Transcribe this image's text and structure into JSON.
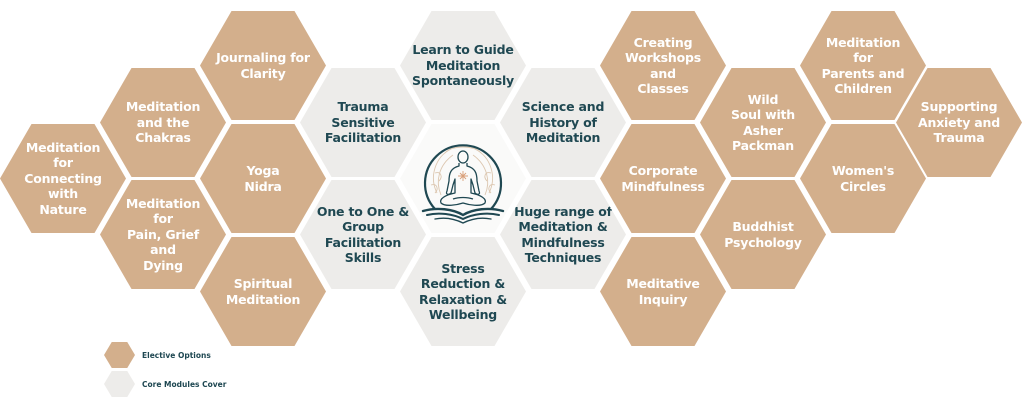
{
  "colors": {
    "elective": "#D3AF8C",
    "core": "#EDECEA",
    "core_text": "#1F4852",
    "elective_text": "#FFFFFF",
    "logo_teal": "#1F4852",
    "logo_accent": "#D9A07A"
  },
  "hexagons": {
    "elective": [
      {
        "label": "Meditation for\nConnecting\nwith\nNature"
      },
      {
        "label": "Meditation\nand the\nChakras"
      },
      {
        "label": "Meditation for\nPain, Grief and\nDying"
      },
      {
        "label": "Journaling for\nClarity"
      },
      {
        "label": "Yoga\nNidra"
      },
      {
        "label": "Spiritual\nMeditation"
      },
      {
        "label": "Creating\nWorkshops\nand\nClasses"
      },
      {
        "label": "Corporate\nMindfulness"
      },
      {
        "label": "Meditative\nInquiry"
      },
      {
        "label": "Wild\nSoul with Asher\nPackman"
      },
      {
        "label": "Buddhist\nPsychology"
      },
      {
        "label": "Meditation for\nParents and\nChildren"
      },
      {
        "label": "Women's\nCircles"
      },
      {
        "label": "Supporting\nAnxiety and\nTrauma"
      }
    ],
    "core": [
      {
        "label": "Trauma\nSensitive\nFacilitation"
      },
      {
        "label": "One to One &\nGroup\nFacilitation\nSkills"
      },
      {
        "label": "Learn to Guide\nMeditation\nSpontaneously"
      },
      {
        "label": "Stress\nReduction &\nRelaxation &\nWellbeing"
      },
      {
        "label": "Science and\nHistory of\nMeditation"
      },
      {
        "label": "Huge range of\nMeditation &\nMindfulness\nTechniques"
      }
    ],
    "center_logo": {
      "icon": "meditating-figure-on-book-logo"
    }
  },
  "legend": [
    {
      "label": "Elective Options",
      "swatch": "#D3AF8C"
    },
    {
      "label": "Core Modules Cover",
      "swatch": "#EDECEA"
    }
  ]
}
